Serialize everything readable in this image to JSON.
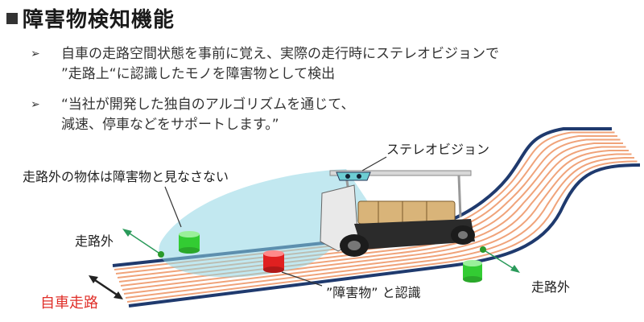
{
  "title": "障害物検知機能",
  "bullets": [
    {
      "lines": [
        "自車の走路空間状態を事前に覚え、実際の走行時にステレオビジョンで",
        "”走路上“に認識したモノを障害物として検出"
      ]
    },
    {
      "lines": [
        "“当社が開発した独自のアルゴリズムを通じて、",
        "減速、停車などをサポートします。”"
      ]
    }
  ],
  "labels": {
    "stereo_vision": "ステレオビジョン",
    "ignore_offroad": "走路外の物体は障害物と見なさない",
    "offroad_left": "走路外",
    "offroad_right": "走路外",
    "recognized": "”障害物” と認識",
    "own_lane": "自車走路"
  },
  "colors": {
    "lane_stripe": "#f0a37a",
    "road_edge": "#1f3a6e",
    "detection_area": "#8fd6e3",
    "obstacle_offroad": "#33cc33",
    "obstacle_onroad": "#e02020",
    "own_lane_text": "#e0302a"
  }
}
